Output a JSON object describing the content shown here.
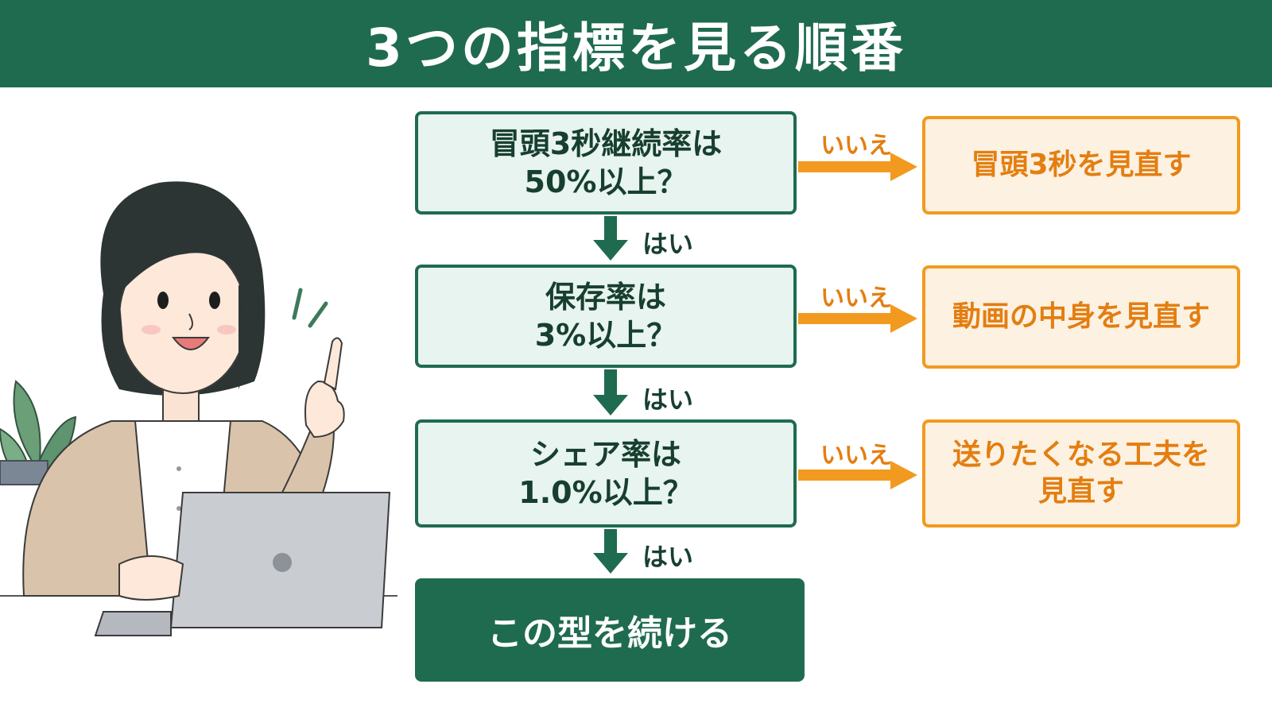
{
  "header": {
    "title": "3つの指標を見る順番"
  },
  "flow": {
    "questions": [
      {
        "line1": "冒頭3秒継続率は",
        "line2": "50%以上？"
      },
      {
        "line1": "保存率は",
        "line2": "3%以上？"
      },
      {
        "line1": "シェア率は",
        "line2": "1.0%以上？"
      }
    ],
    "results": [
      {
        "line1": "冒頭3秒を見直す",
        "line2": ""
      },
      {
        "line1": "動画の中身を見直す",
        "line2": ""
      },
      {
        "line1": "送りたくなる工夫を",
        "line2": "見直す"
      }
    ],
    "yes_label": "はい",
    "no_label": "いいえ",
    "final": "この型を続ける"
  },
  "colors": {
    "primary_green": "#1f6b50",
    "light_green": "#e8f4ef",
    "orange": "#f29a1f",
    "light_orange": "#fdf1e1"
  }
}
